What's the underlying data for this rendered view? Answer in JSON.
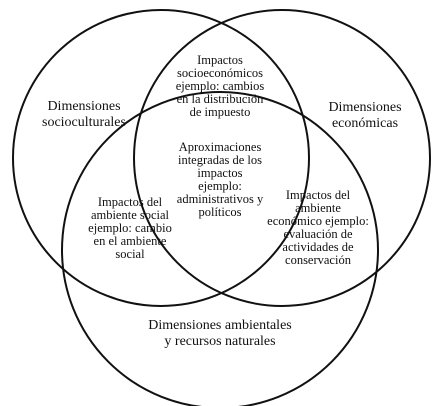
{
  "colors": {
    "stroke": "#111111",
    "background": "#ffffff"
  },
  "regions": {
    "sociocultural": {
      "lines": [
        "Dimensiones",
        "socioculturales"
      ]
    },
    "economicas": {
      "lines": [
        "Dimensiones",
        "económicas"
      ]
    },
    "ambientales": {
      "lines": [
        "Dimensiones ambientales",
        "y recursos naturales"
      ]
    },
    "socioeconomicos": {
      "lines": [
        "Impactos",
        "socioeconómicos",
        "ejemplo: cambios",
        "en la distribución",
        "de impuesto"
      ]
    },
    "ambiente_social": {
      "lines": [
        "Impactos del",
        "ambiente social",
        "ejemplo: cambio",
        "en el ambiente",
        "social"
      ]
    },
    "ambiente_economico": {
      "lines": [
        "Impactos del",
        "ambiente",
        "económico ejemplo:",
        "evaluación de",
        "actividades de",
        "conservación"
      ]
    },
    "integradas": {
      "lines": [
        "Aproximaciones",
        "integradas de los",
        "impactos",
        "ejemplo:",
        "administrativos y",
        "políticos"
      ]
    }
  }
}
